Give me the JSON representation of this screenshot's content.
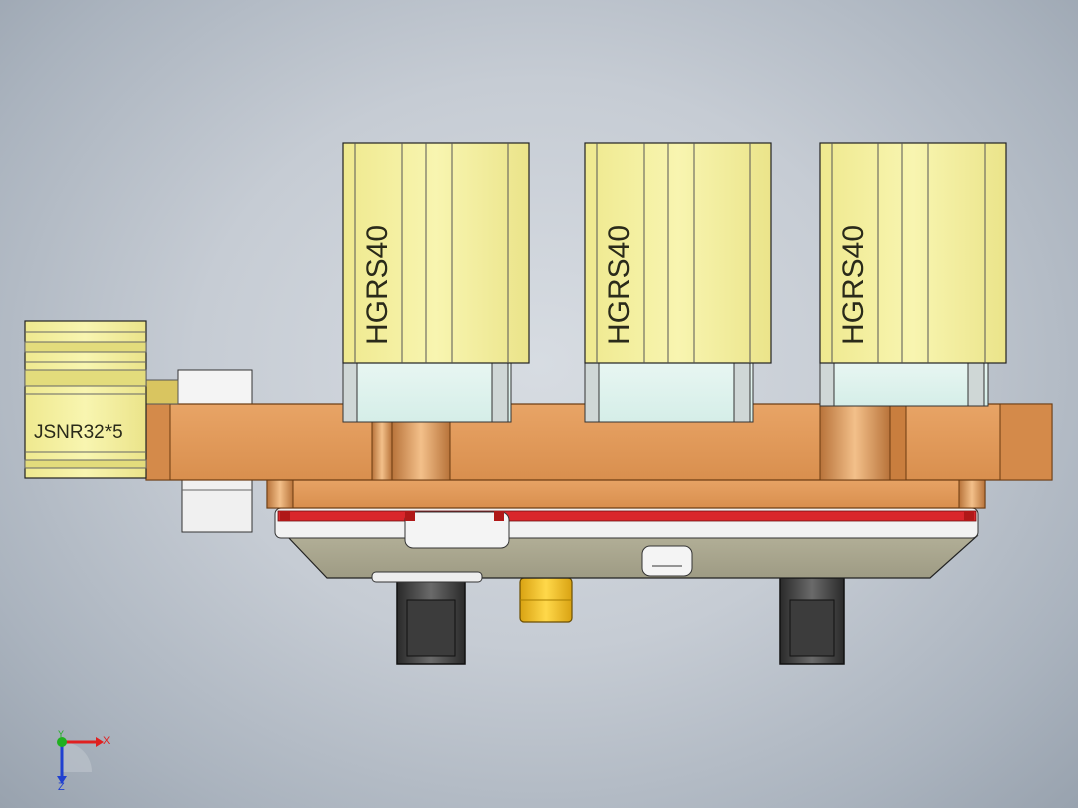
{
  "model": {
    "cylinder_labels": [
      "HGRS40",
      "HGRS40",
      "HGRS40"
    ],
    "gripper_label": "JSNR32*5"
  },
  "triad": {
    "x_label": "X",
    "y_label": "Y",
    "z_label": "Z"
  },
  "colors": {
    "background": "#c6ccd4",
    "cylinder_yellow": "#f6f3a4",
    "plate_orange": "#e29b5a",
    "base_gray": "#a8a58e",
    "red_strip": "#d9262b",
    "axis_x": "#e02020",
    "axis_y": "#20b020",
    "axis_z": "#2040d0"
  }
}
